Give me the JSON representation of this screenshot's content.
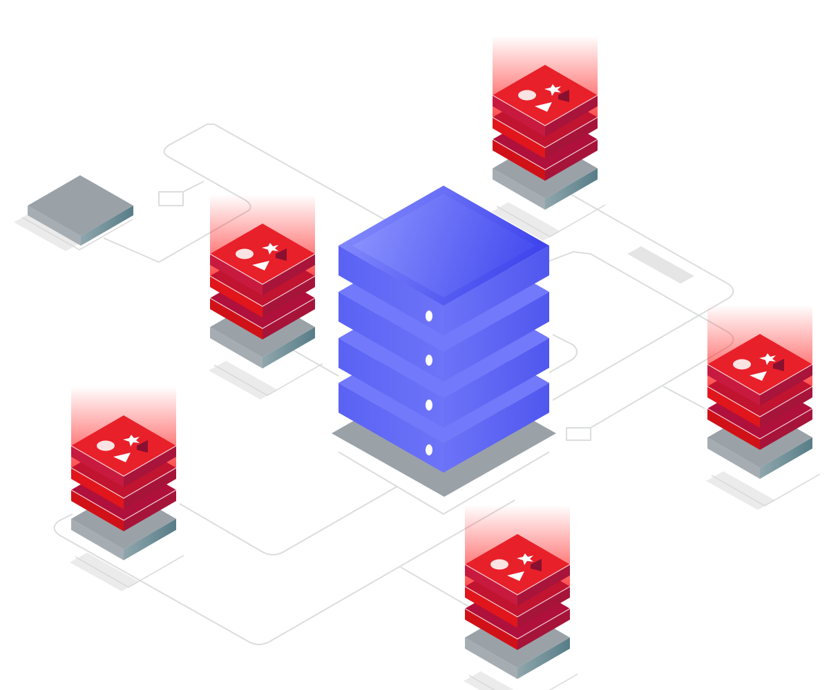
{
  "diagram": {
    "central_server": {
      "icon": "server-stack-icon",
      "layers": 4,
      "led_count": 4
    },
    "redis_nodes": [
      {
        "name": "redis-node-top",
        "icon": "redis-stack-icon"
      },
      {
        "name": "redis-node-left",
        "icon": "redis-stack-icon"
      },
      {
        "name": "redis-node-right",
        "icon": "redis-stack-icon"
      },
      {
        "name": "redis-node-bottom-left",
        "icon": "redis-stack-icon"
      },
      {
        "name": "redis-node-bottom",
        "icon": "redis-stack-icon"
      }
    ],
    "empty_platform": {
      "icon": "empty-platform-icon"
    },
    "colors": {
      "server_blue": "#5B63F2",
      "server_blue_light": "#8C93FF",
      "server_blue_dark": "#3F45E0",
      "redis_red": "#E8202A",
      "redis_red_dark": "#A8143A",
      "base_gray": "#9AA2A8",
      "base_teal": "#5F858F",
      "line_gray": "#DADCDD"
    }
  }
}
